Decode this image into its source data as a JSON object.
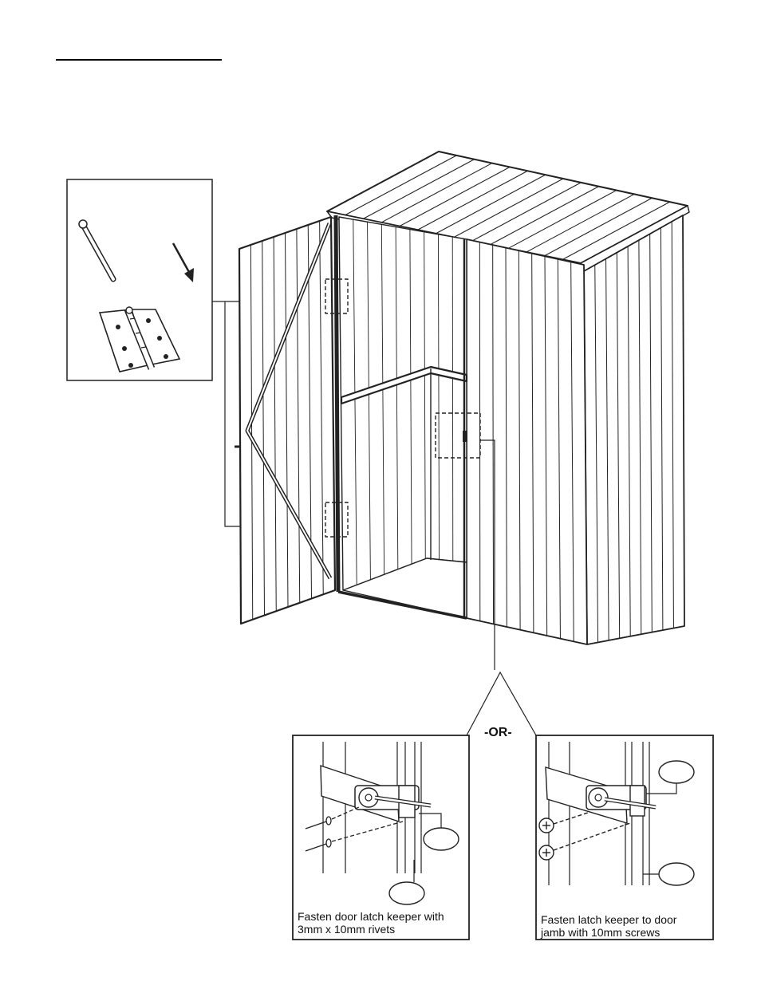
{
  "or_label": "-OR-",
  "left_detail": {
    "caption_line1": "Fasten door latch keeper with",
    "caption_line2": "3mm x 10mm rivets"
  },
  "right_detail": {
    "caption_line1": "Fasten latch keeper to door",
    "caption_line2": "jamb with 10mm screws"
  },
  "colors": {
    "line": "#222222",
    "background": "#ffffff"
  }
}
